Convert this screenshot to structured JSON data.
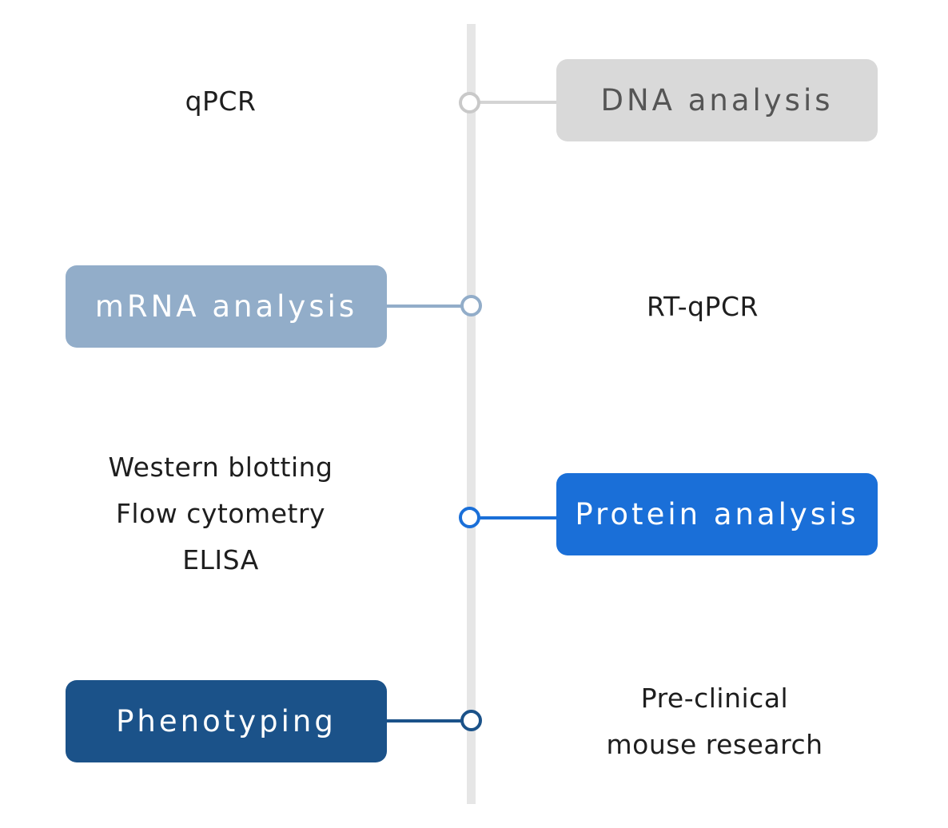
{
  "stages": [
    {
      "label": "DNA analysis",
      "methods": [
        "qPCR"
      ],
      "box_color": "#d9d9d9",
      "text_color": "#555555",
      "line_color": "#d4d4d4",
      "node_color": "#c9c9c9"
    },
    {
      "label": "mRNA analysis",
      "methods": [
        "RT-qPCR"
      ],
      "box_color": "#92adc9",
      "text_color": "#ffffff",
      "line_color": "#92adc9",
      "node_color": "#92adc9"
    },
    {
      "label": "Protein analysis",
      "methods": [
        "Western blotting",
        "Flow cytometry",
        "ELISA"
      ],
      "box_color": "#1a6fd8",
      "text_color": "#ffffff",
      "line_color": "#1a6fd8",
      "node_color": "#1a6fd8"
    },
    {
      "label": "Phenotyping",
      "methods": [
        "Pre-clinical",
        "mouse research"
      ],
      "box_color": "#1b5289",
      "text_color": "#ffffff",
      "line_color": "#1b5289",
      "node_color": "#1b5289"
    }
  ]
}
